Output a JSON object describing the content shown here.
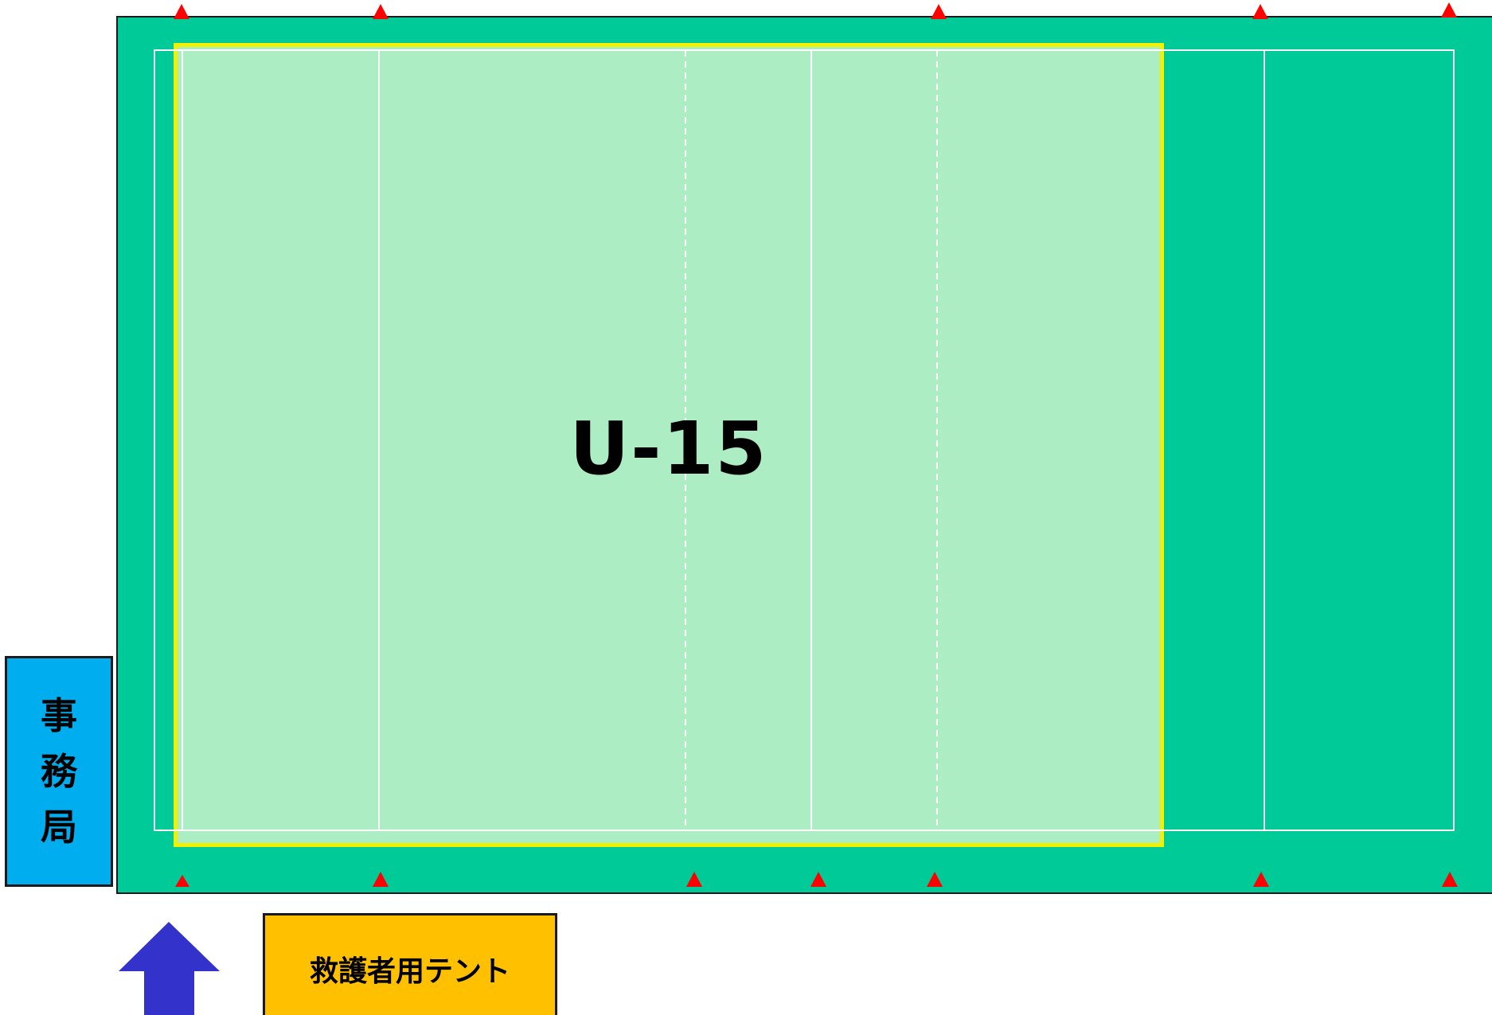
{
  "zone": {
    "label": "U-15"
  },
  "office": {
    "label_chars": [
      "事",
      "務",
      "局"
    ]
  },
  "tent": {
    "label": "救護者用テント"
  },
  "colors": {
    "field": "#00ca97",
    "zone_fill": "#cbf3cb",
    "zone_border": "#f2f200",
    "office": "#00aeef",
    "tent": "#ffc000",
    "arrow": "#3333cc",
    "marker": "#ff0000"
  },
  "icons": {
    "entrance_arrow": "arrow-up-icon",
    "marker": "red-triangle-marker-icon"
  }
}
